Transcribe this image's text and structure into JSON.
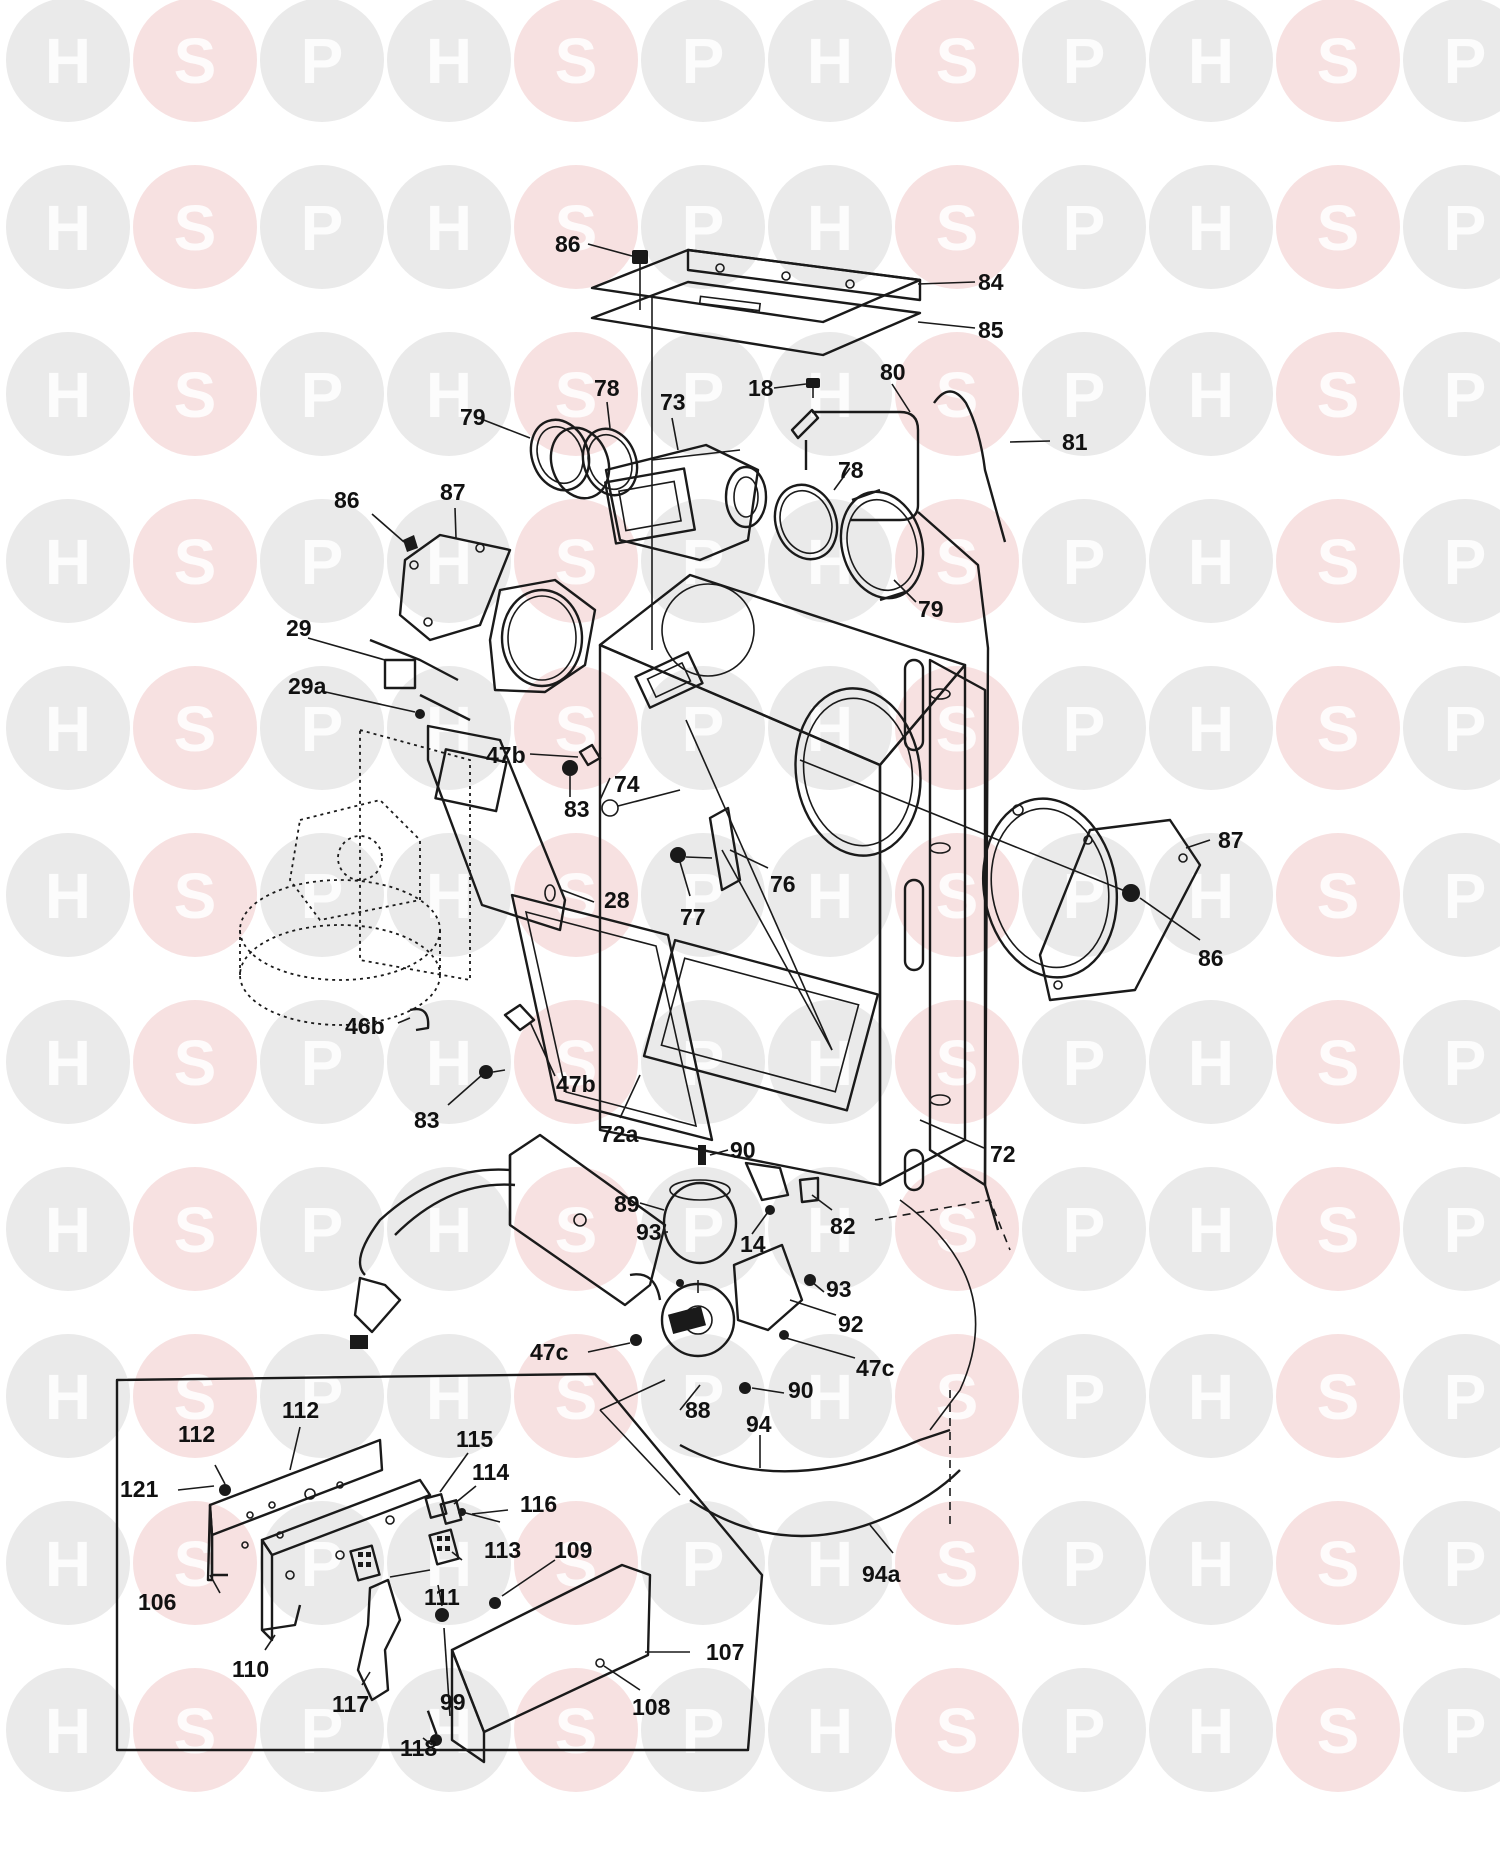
{
  "watermark": {
    "letters": [
      "H",
      "S",
      "P"
    ],
    "colors": {
      "H": "#d9d9d9",
      "S": "#f1c9c9",
      "P": "#d9d9d9"
    }
  },
  "labels": [
    {
      "id": "86a",
      "text": "86"
    },
    {
      "id": "84",
      "text": "84"
    },
    {
      "id": "85",
      "text": "85"
    },
    {
      "id": "18",
      "text": "18"
    },
    {
      "id": "80",
      "text": "80"
    },
    {
      "id": "81",
      "text": "81"
    },
    {
      "id": "78a",
      "text": "78"
    },
    {
      "id": "73",
      "text": "73"
    },
    {
      "id": "79a",
      "text": "79"
    },
    {
      "id": "78b",
      "text": "78"
    },
    {
      "id": "86b",
      "text": "86"
    },
    {
      "id": "87a",
      "text": "87"
    },
    {
      "id": "79b",
      "text": "79"
    },
    {
      "id": "29",
      "text": "29"
    },
    {
      "id": "29a",
      "text": "29a"
    },
    {
      "id": "47b_a",
      "text": "47b"
    },
    {
      "id": "74",
      "text": "74"
    },
    {
      "id": "83a",
      "text": "83"
    },
    {
      "id": "76",
      "text": "76"
    },
    {
      "id": "28",
      "text": "28"
    },
    {
      "id": "77",
      "text": "77"
    },
    {
      "id": "87b",
      "text": "87"
    },
    {
      "id": "86c",
      "text": "86"
    },
    {
      "id": "46b",
      "text": "46b"
    },
    {
      "id": "47b_b",
      "text": "47b"
    },
    {
      "id": "83b",
      "text": "83"
    },
    {
      "id": "72a",
      "text": "72a"
    },
    {
      "id": "72",
      "text": "72"
    },
    {
      "id": "90a",
      "text": "90"
    },
    {
      "id": "89",
      "text": "89"
    },
    {
      "id": "93a",
      "text": "93"
    },
    {
      "id": "82",
      "text": "82"
    },
    {
      "id": "14",
      "text": "14"
    },
    {
      "id": "93b",
      "text": "93"
    },
    {
      "id": "92",
      "text": "92"
    },
    {
      "id": "47c_a",
      "text": "47c"
    },
    {
      "id": "47c_b",
      "text": "47c"
    },
    {
      "id": "88",
      "text": "88"
    },
    {
      "id": "90b",
      "text": "90"
    },
    {
      "id": "94",
      "text": "94"
    },
    {
      "id": "94a",
      "text": "94a"
    },
    {
      "id": "112a",
      "text": "112"
    },
    {
      "id": "112b",
      "text": "112"
    },
    {
      "id": "115",
      "text": "115"
    },
    {
      "id": "114",
      "text": "114"
    },
    {
      "id": "121",
      "text": "121"
    },
    {
      "id": "116",
      "text": "116"
    },
    {
      "id": "113",
      "text": "113"
    },
    {
      "id": "109",
      "text": "109"
    },
    {
      "id": "106",
      "text": "106"
    },
    {
      "id": "111",
      "text": "111"
    },
    {
      "id": "107",
      "text": "107"
    },
    {
      "id": "110",
      "text": "110"
    },
    {
      "id": "117",
      "text": "117"
    },
    {
      "id": "99",
      "text": "99"
    },
    {
      "id": "108",
      "text": "108"
    },
    {
      "id": "118",
      "text": "118"
    }
  ]
}
